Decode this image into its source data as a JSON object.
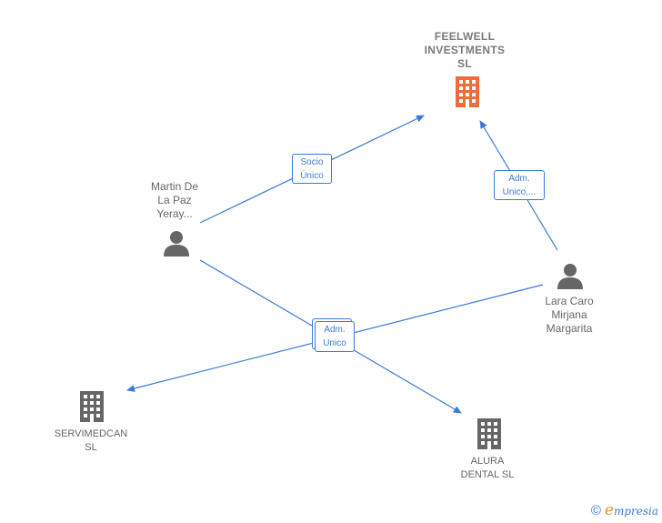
{
  "nodes": {
    "feelwell": {
      "label": "FEELWELL\nINVESTMENTS\nSL",
      "type": "company",
      "color": "#f26b3a"
    },
    "martin": {
      "label": "Martin De\nLa Paz\nYeray...",
      "type": "person",
      "color": "#666666"
    },
    "lara": {
      "label": "Lara Caro\nMirjana\nMargarita",
      "type": "person",
      "color": "#666666"
    },
    "servimedcan": {
      "label": "SERVIMEDCAN\nSL",
      "type": "company",
      "color": "#666666"
    },
    "alura": {
      "label": "ALURA\nDENTAL SL",
      "type": "company",
      "color": "#666666"
    }
  },
  "edges": {
    "socio_unico": {
      "label": "Socio\nÚnico",
      "from": "Martin De La Paz Yeray...",
      "to": "FEELWELL INVESTMENTS SL"
    },
    "adm_unico_feelwell": {
      "label": "Adm.\nUnico,...",
      "from": "Lara Caro Mirjana Margarita",
      "to": "FEELWELL INVESTMENTS SL"
    },
    "adm_unico_shared": {
      "label": "Adm.\nUnico",
      "from": "Martin De La Paz Yeray... / Lara Caro Mirjana Margarita",
      "to": "SERVIMEDCAN SL / ALURA DENTAL SL"
    }
  },
  "colors": {
    "edge": "#3a7bd5",
    "accent": "#f26b3a"
  },
  "footer": {
    "copyright": "©",
    "brand_initial": "e",
    "brand_rest": "mpresia"
  }
}
